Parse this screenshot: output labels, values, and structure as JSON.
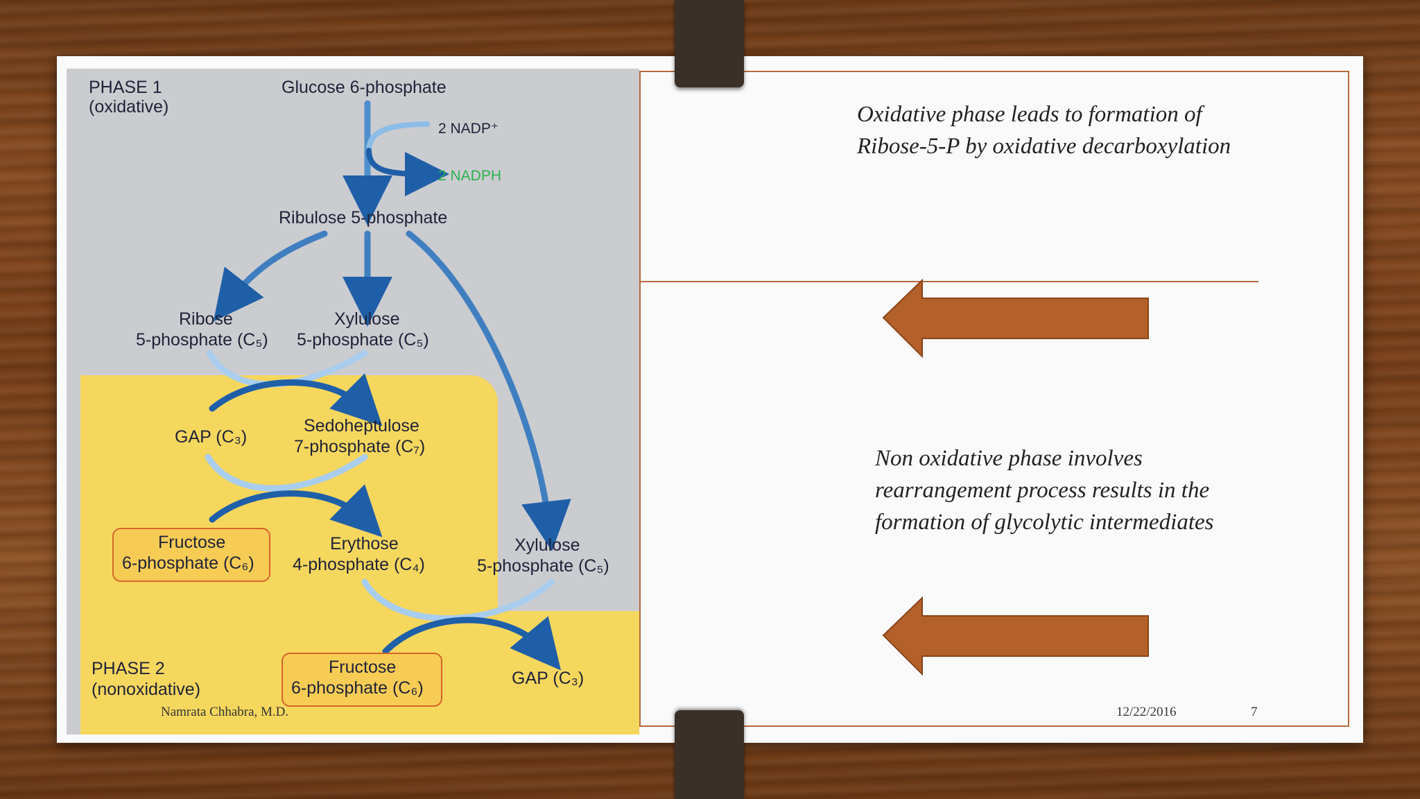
{
  "diagram": {
    "phase1_title": "PHASE 1",
    "phase1_sub": "(oxidative)",
    "phase2_title": "PHASE 2",
    "phase2_sub": "(nonoxidative)",
    "glucose": "Glucose 6-phosphate",
    "nadp": "2 NADP⁺",
    "nadph": "2 NADPH",
    "ribulose": "Ribulose 5-phosphate",
    "ribose_1": "Ribose",
    "ribose_2": "5-phosphate (C₅)",
    "xylulose_a1": "Xylulose",
    "xylulose_a2": "5-phosphate (C₅)",
    "gap_a": "GAP (C₃)",
    "sedo_1": "Sedoheptulose",
    "sedo_2": "7-phosphate (C₇)",
    "fructose_a1": "Fructose",
    "fructose_a2": "6-phosphate (C₆)",
    "erythose_1": "Erythose",
    "erythose_2": "4-phosphate (C₄)",
    "xylulose_b1": "Xylulose",
    "xylulose_b2": "5-phosphate (C₅)",
    "fructose_b1": "Fructose",
    "fructose_b2": "6-phosphate (C₆)",
    "gap_b": "GAP (C₃)"
  },
  "notes": {
    "oxidative_line1": "Oxidative phase leads to formation of",
    "oxidative_line2": "Ribose-5-P by oxidative decarboxylation",
    "nonox_line1": "Non oxidative phase involves",
    "nonox_line2": "rearrangement process results in the",
    "nonox_line3": "formation of  glycolytic intermediates"
  },
  "footer": {
    "author": "Namrata Chhabra, M.D.",
    "date": "12/22/2016",
    "page": "7"
  },
  "colors": {
    "accent": "#b5683a",
    "arrow_fill": "#b3602a",
    "flow_blue": "#1f5fa8",
    "nadph_green": "#2bb24c",
    "phase2_yellow": "#f5d75e"
  }
}
